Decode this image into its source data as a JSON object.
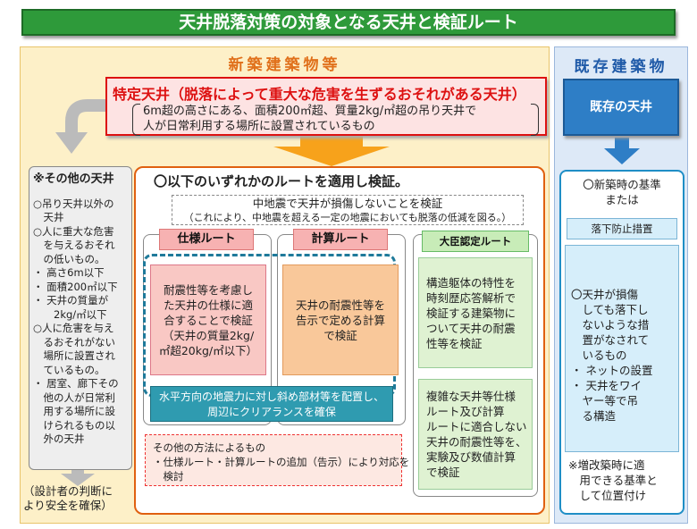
{
  "title": "天井脱落対策の対象となる天井と検証ルート",
  "new_header": "新築建築物等",
  "existing_header": "既存建築物",
  "tokutei": {
    "title": "特定天井（脱落によって重大な危害を生ずるおそれがある天井）",
    "desc": "6m超の高さにある、面積200㎡超、質量2kg/㎡超の吊り天井で\n人が日常利用する場所に設置されているもの"
  },
  "other_ceiling": {
    "title": "※その他の天井",
    "items": [
      "○吊り天井以外の\n　天井",
      "○人に重大な危害\n　を与えるおそれ\n　の低いもの。",
      "・ 高さ6m以下",
      "・ 面積200㎡以下",
      "・ 天井の質量が\n　　2kg/㎡以下",
      "○人に危害を与え\n　るおそれがない\n　場所に設置され\n　ているもの。",
      "・ 居室、廊下その\n　他の人が日常利\n　用する場所に設\n　けられるもの以\n　外の天井"
    ],
    "designer": "（設計者の判断に\nより安全を確保）"
  },
  "routes": {
    "heading": "〇以下のいずれかのルートを適用し検証。",
    "chushin_line1": "中地震で天井が損傷しないことを検証",
    "chushin_line2": "（これにより、中地震を超える一定の地震においても脱落の低減を図る。）",
    "shiyo": {
      "label": "仕様ルート",
      "text": "耐震性等を考慮し\nた天井の仕様に適\n合することで検証\n（天井の質量2kg/\n㎡超20kg/㎡以下）"
    },
    "keisan": {
      "label": "計算ルート",
      "text": "天井の耐震性等を\n告示で定める計算\nで検証"
    },
    "daijin": {
      "label": "大臣認定ルート",
      "text1": "構造躯体の特性を\n時刻歴応答解析で\n検証する建築物に\nついて天井の耐震\n性等を検証",
      "text2": "複雑な天井等仕様\nルート及び計算\nルートに適合しない\n天井の耐震性等を、\n実験及び数値計算\nで検証"
    },
    "clearance": "水平方向の地震力に対し斜め部材等を配置し、\n周辺にクリアランスを確保",
    "other_method": "その他の方法によるもの\n・仕様ルート・計算ルートの追加（告示）により対応を\n　検討"
  },
  "existing": {
    "label": "既存の天井",
    "shinchiku": "〇新築時の基準\nまたは",
    "rakka": "落下防止措置",
    "rakka_text": "〇天井が損傷\n　しても落下し\n　ないような措\n　置がなされて\n　いるもの\n・ ネットの設置\n・ 天井をワイ\n　ヤー等で吊\n　る構造",
    "zokai": "※増改築時に適\n　用できる基準と\n　して位置付け"
  },
  "colors": {
    "title_green": "#2e9a3a",
    "accent_orange": "#e06010",
    "accent_blue": "#1f5aa8",
    "alert_red": "#d11"
  }
}
